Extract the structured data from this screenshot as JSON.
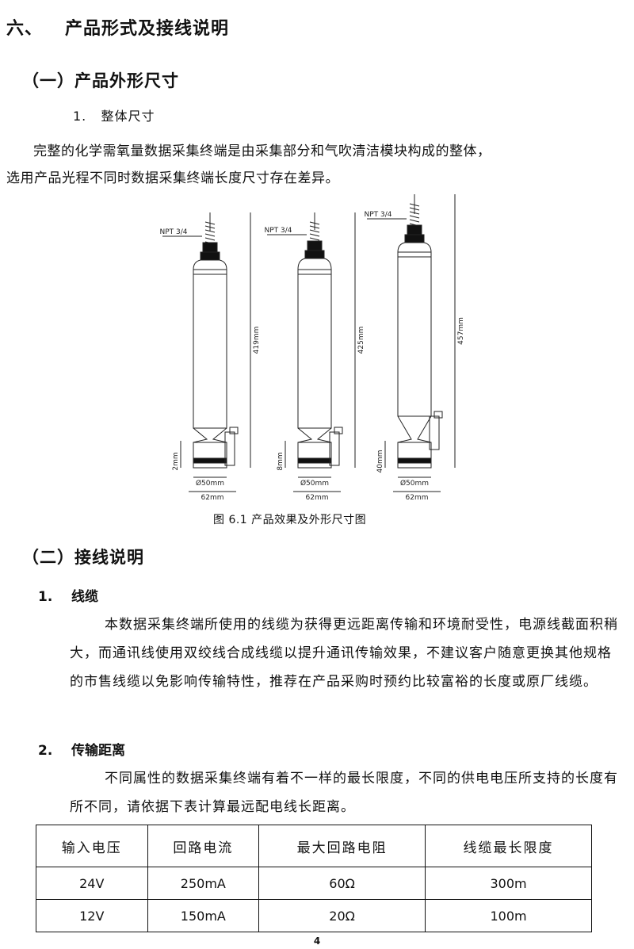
{
  "section": {
    "number": "六、",
    "title": "产品形式及接线说明"
  },
  "sub1": {
    "title": "（一）产品外形尺寸"
  },
  "item1": {
    "number": "1.",
    "title": "整体尺寸"
  },
  "para1": {
    "line1": "完整的化学需氧量数据采集终端是由采集部分和气吹清洁模块构成的整体，",
    "line2": "选用产品光程不同时数据采集终端长度尺寸存在差异。"
  },
  "figure": {
    "caption": "图 6.1  产品效果及外形尺寸图",
    "probes": [
      {
        "thread": "NPT 3/4",
        "length": "419mm",
        "offset": "2mm",
        "diameter": "Ø50mm",
        "width": "62mm"
      },
      {
        "thread": "NPT 3/4",
        "length": "425mm",
        "offset": "8mm",
        "diameter": "Ø50mm",
        "width": "62mm"
      },
      {
        "thread": "NPT 3/4",
        "length": "457mm",
        "offset": "40mm",
        "diameter": "Ø50mm",
        "width": "62mm"
      }
    ]
  },
  "sub2": {
    "title": "（二）接线说明"
  },
  "item_cable": {
    "number": "1.",
    "title": "线缆",
    "text": "本数据采集终端所使用的线缆为获得更远距离传输和环境耐受性，电源线截面积稍大，而通讯线使用双绞线合成线缆以提升通讯传输效果，不建议客户随意更换其他规格的市售线缆以免影响传输特性，推荐在产品采购时预约比较富裕的长度或原厂线缆。"
  },
  "item_distance": {
    "number": "2.",
    "title": "传输距离",
    "text": "不同属性的数据采集终端有着不一样的最长限度，不同的供电电压所支持的长度有所不同，请依据下表计算最远配电线长距离。"
  },
  "table": {
    "headers": [
      "输入电压",
      "回路电流",
      "最大回路电阻",
      "线缆最长限度"
    ],
    "rows": [
      [
        "24V",
        "250mA",
        "60Ω",
        "300m"
      ],
      [
        "12V",
        "150mA",
        "20Ω",
        "100m"
      ]
    ]
  },
  "page_number": "4"
}
